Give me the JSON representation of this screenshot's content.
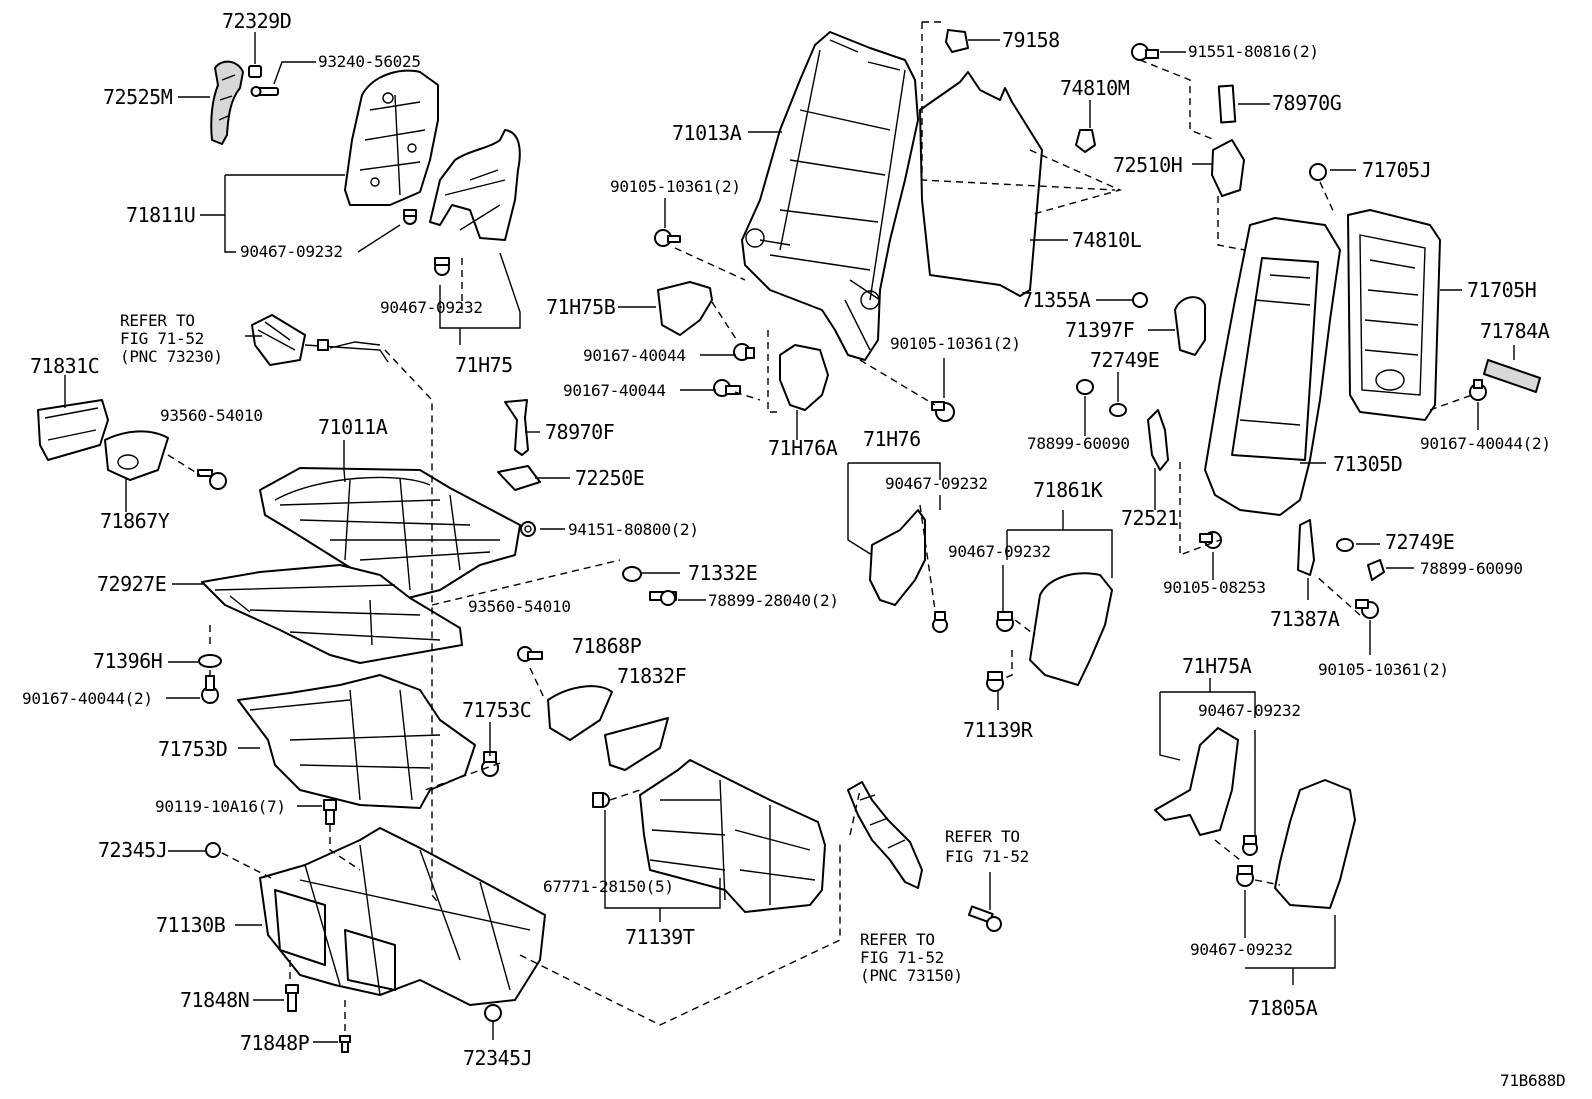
{
  "diagram_id": "71B688D",
  "labels": {
    "l_72329D": "72329D",
    "l_93240_56025": "93240-56025",
    "l_72525M": "72525M",
    "l_71811U": "71811U",
    "l_90467_09232_a": "90467-09232",
    "l_90467_09232_b": "90467-09232",
    "l_71H75": "71H75",
    "l_refer_1": "REFER TO",
    "l_refer_1b": "FIG 71-52",
    "l_refer_1c": "(PNC 73230)",
    "l_71831C": "71831C",
    "l_93560_54010_a": "93560-54010",
    "l_71867Y": "71867Y",
    "l_71011A": "71011A",
    "l_78970F": "78970F",
    "l_72250E": "72250E",
    "l_94151_80800": "94151-80800(2)",
    "l_72927E": "72927E",
    "l_71332E": "71332E",
    "l_78899_28040": "78899-28040(2)",
    "l_93560_54010_b": "93560-54010",
    "l_71396H": "71396H",
    "l_90167_40044_2a": "90167-40044(2)",
    "l_71868P": "71868P",
    "l_71832F": "71832F",
    "l_71753C": "71753C",
    "l_71753D": "71753D",
    "l_90119_10A16": "90119-10A16(7)",
    "l_72345J_a": "72345J",
    "l_71130B": "71130B",
    "l_71848N": "71848N",
    "l_71848P": "71848P",
    "l_72345J_b": "72345J",
    "l_67771_28150": "67771-28150(5)",
    "l_71139T": "71139T",
    "l_71013A": "71013A",
    "l_79158": "79158",
    "l_90105_10361_a": "90105-10361(2)",
    "l_71H75B": "71H75B",
    "l_90167_40044_a": "90167-40044",
    "l_90167_40044_b": "90167-40044",
    "l_71H76A": "71H76A",
    "l_71H76": "71H76",
    "l_90467_09232_c": "90467-09232",
    "l_90105_10361_b": "90105-10361(2)",
    "l_74810M": "74810M",
    "l_74810L": "74810L",
    "l_refer_2": "REFER TO",
    "l_refer_2b": "FIG 71-52",
    "l_refer_3": "REFER TO",
    "l_refer_3b": "FIG 71-52",
    "l_refer_3c": "(PNC 73150)",
    "l_71861K": "71861K",
    "l_90467_09232_d": "90467-09232",
    "l_71139R": "71139R",
    "l_91551_80816": "91551-80816(2)",
    "l_78970G": "78970G",
    "l_72510H": "72510H",
    "l_71355A": "71355A",
    "l_71397F": "71397F",
    "l_72749E_a": "72749E",
    "l_78899_60090_a": "78899-60090",
    "l_72521": "72521",
    "l_90105_08253": "90105-08253",
    "l_71705J": "71705J",
    "l_71705H": "71705H",
    "l_71784A": "71784A",
    "l_90167_40044_2b": "90167-40044(2)",
    "l_71305D": "71305D",
    "l_72749E_b": "72749E",
    "l_78899_60090_b": "78899-60090",
    "l_71387A": "71387A",
    "l_90105_10361_c": "90105-10361(2)",
    "l_71H75A": "71H75A",
    "l_90467_09232_e": "90467-09232",
    "l_90467_09232_f": "90467-09232",
    "l_71805A": "71805A"
  }
}
